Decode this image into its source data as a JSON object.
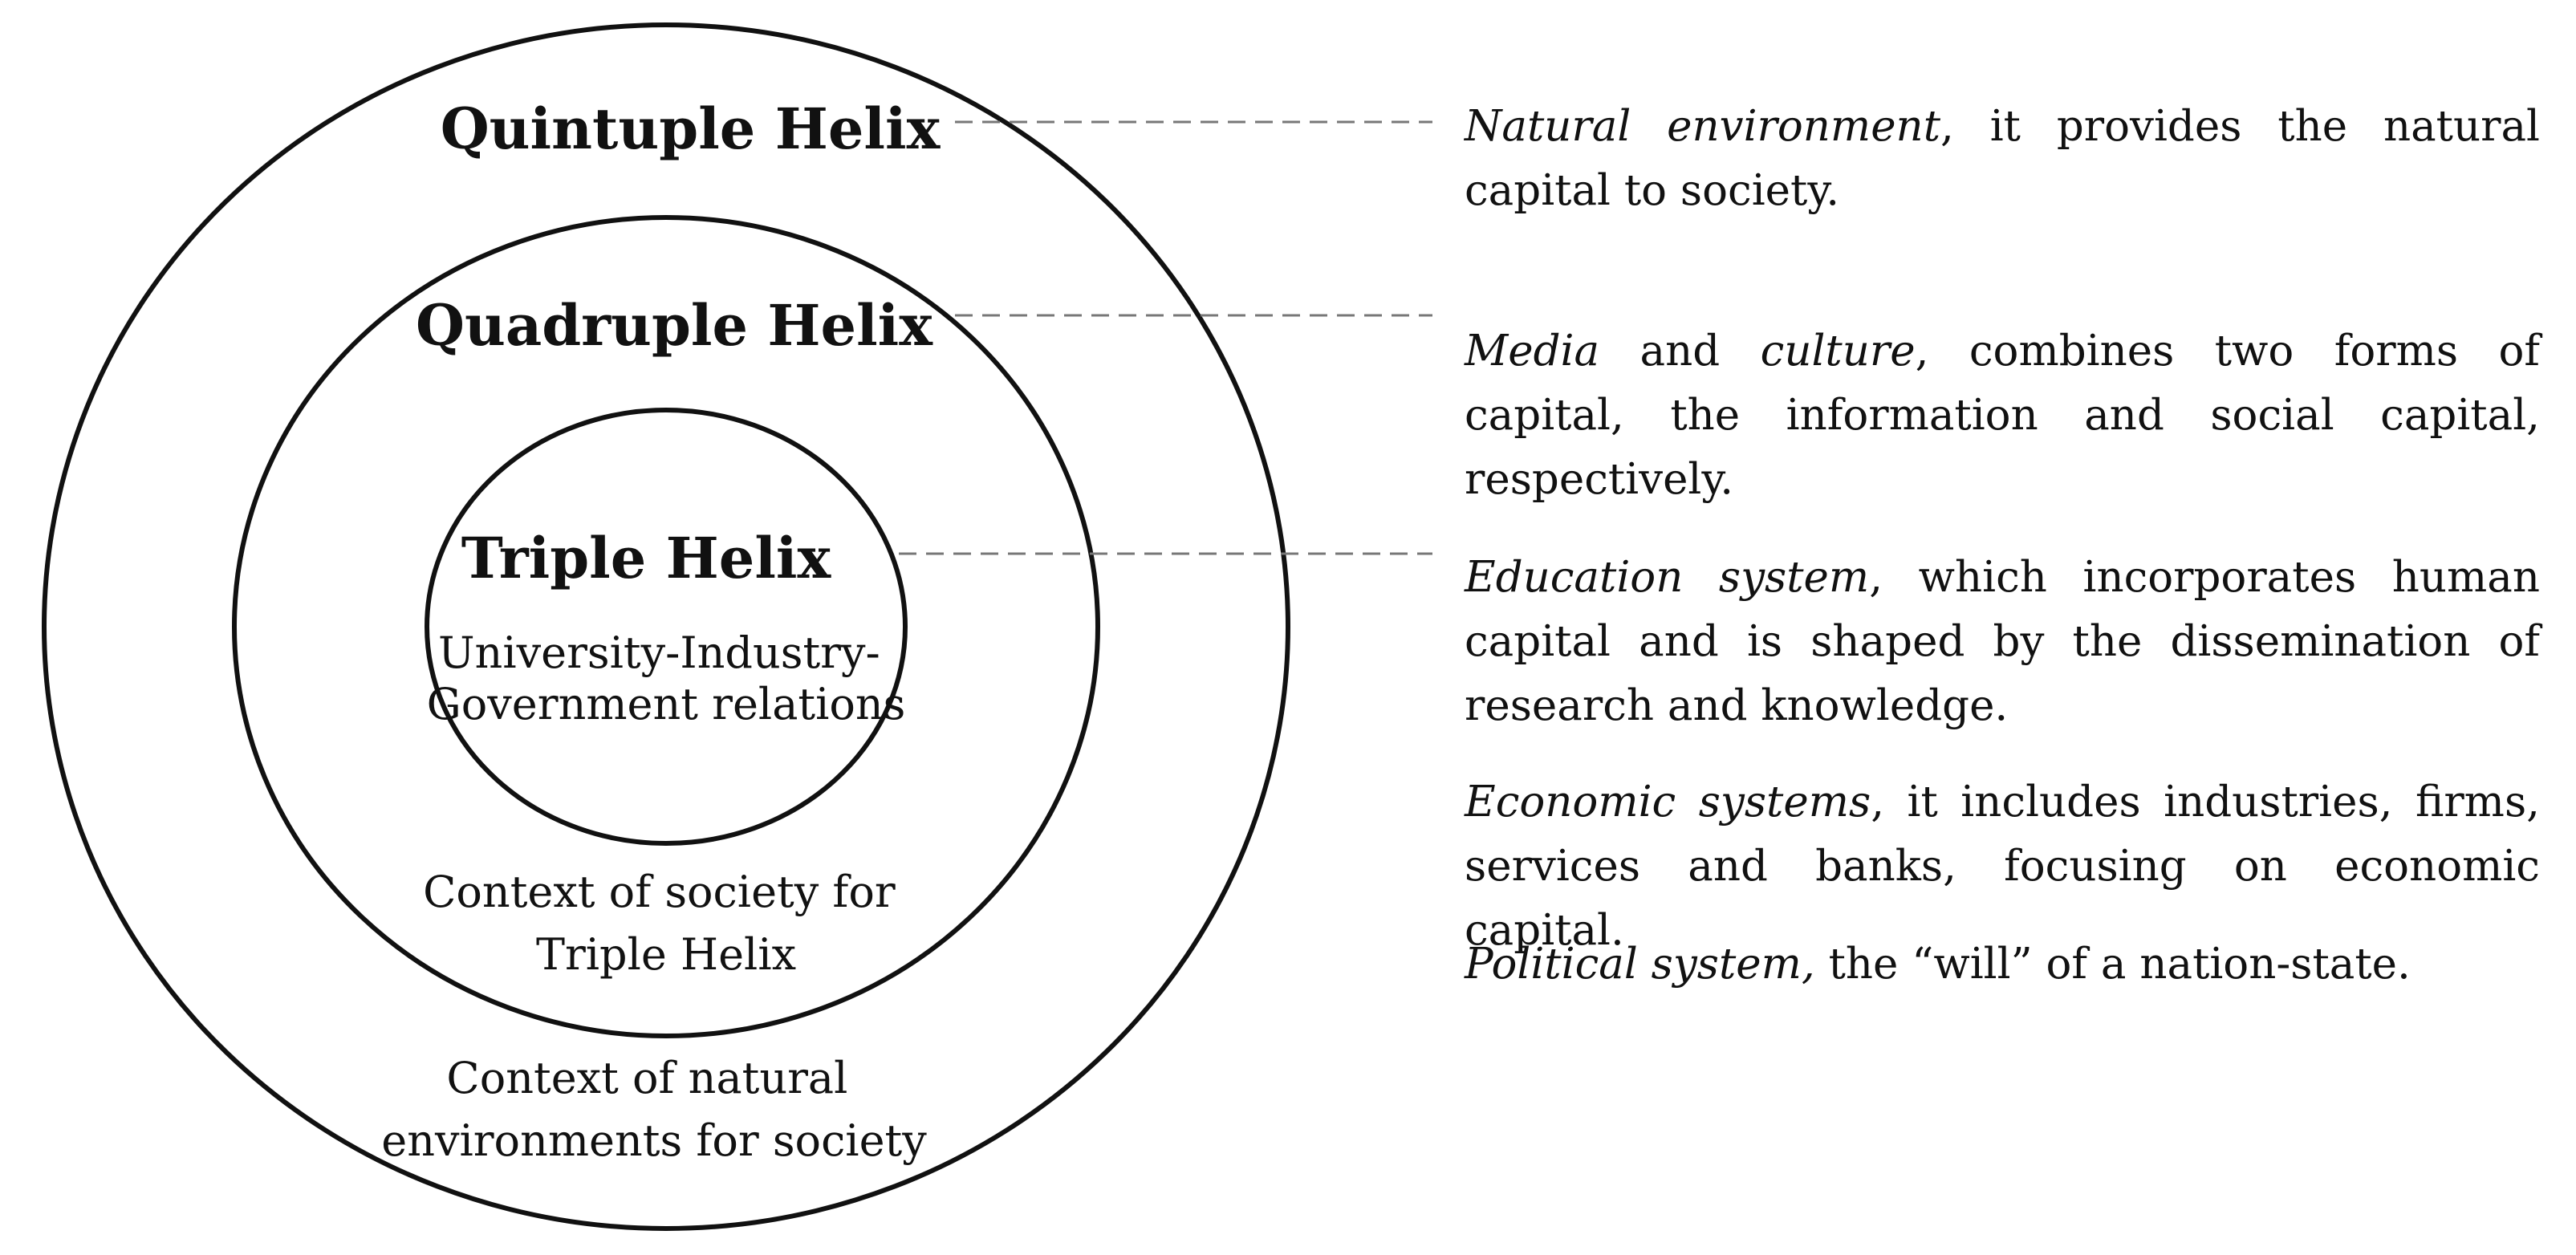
{
  "rings": {
    "quintuple": {
      "title": "Quintuple Helix",
      "note_lines": [
        "Context of natural",
        "environments for society"
      ]
    },
    "quadruple": {
      "title": "Quadruple Helix",
      "note_lines": [
        "Context of society for",
        "Triple Helix"
      ]
    },
    "triple": {
      "title": "Triple Helix",
      "note_lines": [
        "University-Industry-",
        "Government relations"
      ]
    }
  },
  "descriptions": {
    "natural": {
      "term": "Natural environment",
      "text": ", it provides the natural capital to society."
    },
    "media": {
      "term_1": "Media",
      "middle": " and ",
      "term_2": "culture",
      "text": ", combines two forms of capital, the information and social capital, respectively."
    },
    "education": {
      "term": "Education system",
      "text": ", which incorporates human capital and is shaped by the dissemination of research and knowledge."
    },
    "economic": {
      "term": "Economic systems",
      "text": ", it includes industries, firms, services and banks, focusing on economic capital."
    },
    "political": {
      "term": "Political system,",
      "text": " the “will” of a nation-state."
    }
  }
}
